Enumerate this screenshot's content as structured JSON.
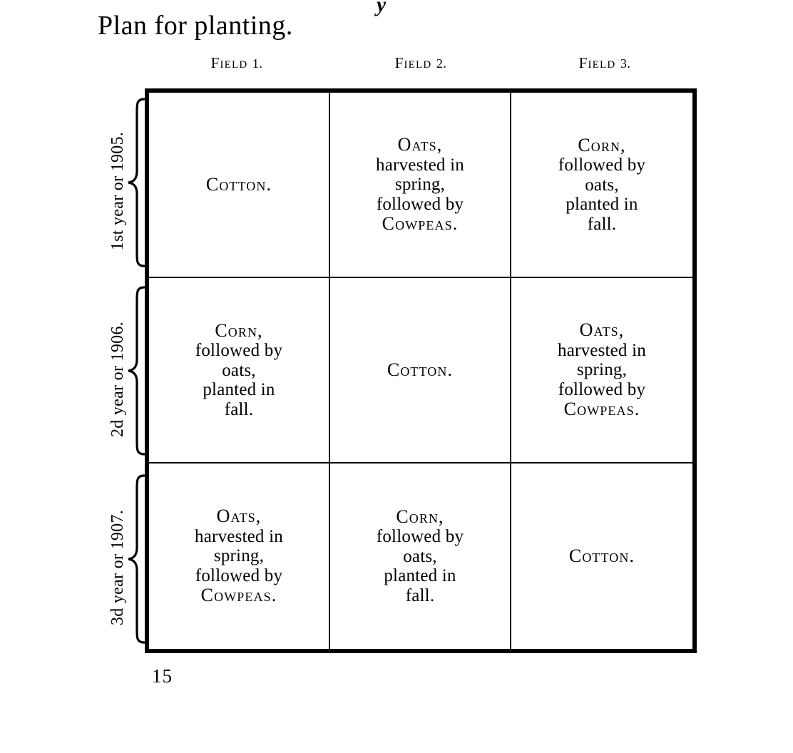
{
  "document": {
    "title": "Plan for planting.",
    "page_number": "15",
    "top_artifact_mark": "y"
  },
  "table": {
    "column_headers": [
      {
        "label": "Field",
        "number": "1."
      },
      {
        "label": "Field",
        "number": "2."
      },
      {
        "label": "Field",
        "number": "3."
      }
    ],
    "row_labels": [
      "1st year or 1905.",
      "2d year or 1906.",
      "3d year or 1907."
    ],
    "crops": {
      "cotton": {
        "lines": [
          {
            "text": "Cotton.",
            "smallcaps": true
          }
        ]
      },
      "oats_cowpeas": {
        "lines": [
          {
            "text": "Oats,",
            "smallcaps": true
          },
          {
            "text": "harvested  in",
            "smallcaps": false
          },
          {
            "text": "spring,",
            "smallcaps": false
          },
          {
            "text": "followed by",
            "smallcaps": false
          },
          {
            "text": "Cowpeas.",
            "smallcaps": true
          }
        ]
      },
      "corn_oats": {
        "lines": [
          {
            "text": "Corn,",
            "smallcaps": true
          },
          {
            "text": "followed by",
            "smallcaps": false
          },
          {
            "text": "oats,",
            "smallcaps": false
          },
          {
            "text": "planted in",
            "smallcaps": false
          },
          {
            "text": "fall.",
            "smallcaps": false
          }
        ]
      }
    },
    "cells": [
      [
        "cotton",
        "oats_cowpeas",
        "corn_oats"
      ],
      [
        "corn_oats",
        "cotton",
        "oats_cowpeas"
      ],
      [
        "oats_cowpeas",
        "corn_oats",
        "cotton"
      ]
    ]
  },
  "colors": {
    "ink": "#000000",
    "paper": "#ffffff"
  }
}
